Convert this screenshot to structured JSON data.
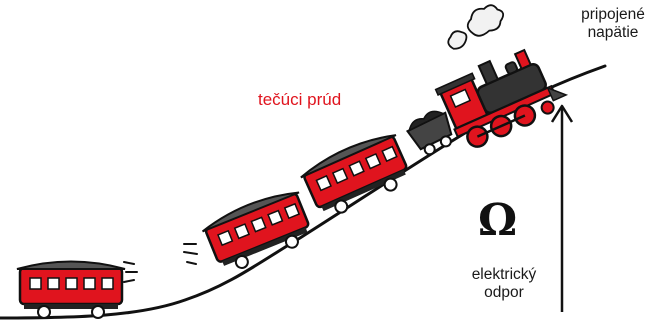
{
  "labels": {
    "voltage": {
      "line1": "pripojené",
      "line2": "napätie"
    },
    "current": "tečúci prúd",
    "ohm_symbol": "Ω",
    "resistance": {
      "line1": "elektrický",
      "line2": "odpor"
    }
  },
  "colors": {
    "train_red": "#e0141e",
    "outline": "#111111",
    "current_text": "#e0141e"
  },
  "icons": [
    "steam-locomotive-icon",
    "coal-tender-icon",
    "passenger-car-icon",
    "upward-arrow-icon"
  ]
}
